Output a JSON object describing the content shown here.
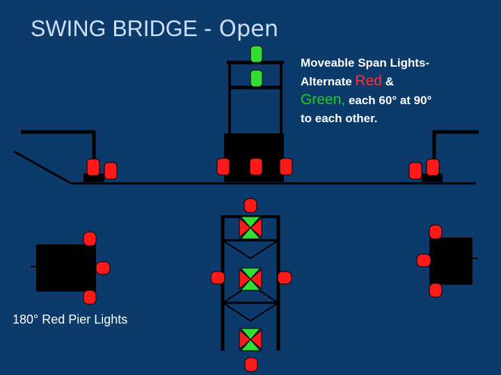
{
  "title": {
    "main": "SWING BRIDGE",
    "state": "- Open"
  },
  "note": {
    "line1": "Moveable Span Lights-",
    "alternate": "Alternate",
    "red_word": "Red",
    "amp": "&",
    "green_word": "Green,",
    "rest": "each 60° at 90°",
    "line4": "to each other."
  },
  "caption": "180° Red Pier Lights",
  "colors": {
    "background": "#0b3a6b",
    "red_light": "#ff1a1a",
    "green_light": "#33dd33",
    "structure": "#000000"
  }
}
